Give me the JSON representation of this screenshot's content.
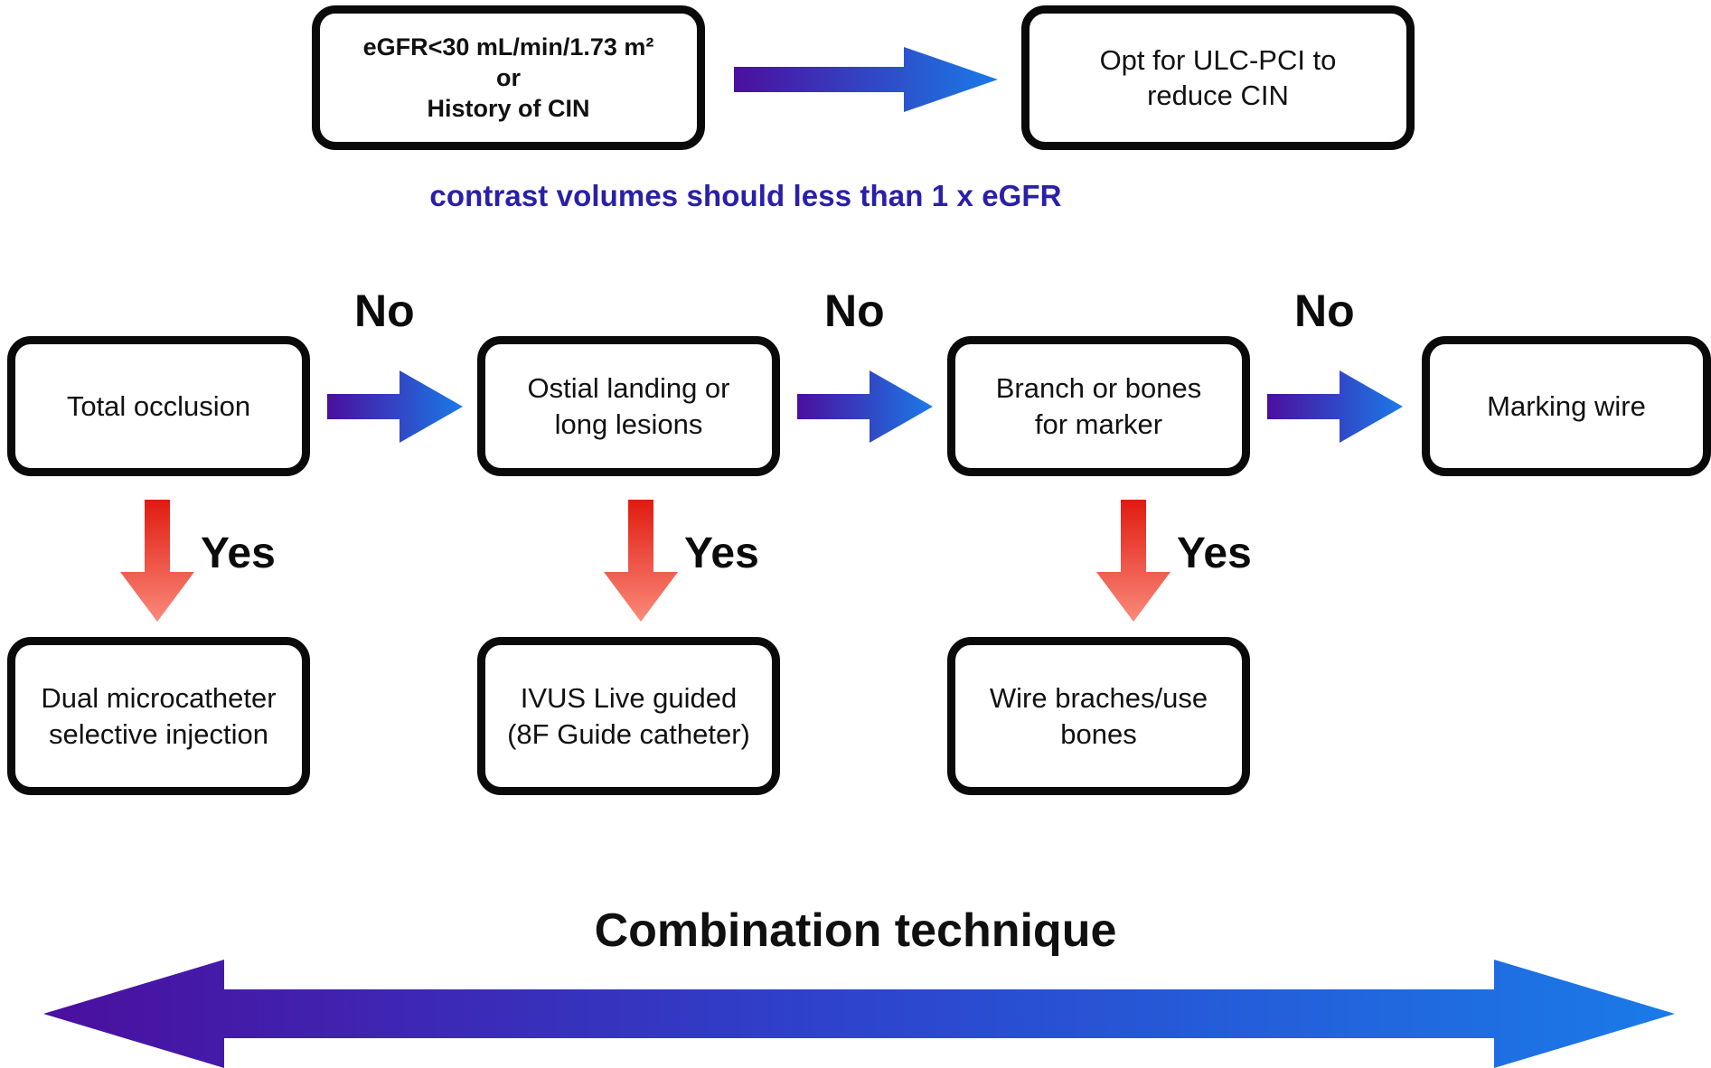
{
  "diagram": {
    "title": "ULC-PCI contrast reduction decision flowchart",
    "colors": {
      "box_border": "#0a0a0a",
      "box_fill": "#ffffff",
      "text": "#111111",
      "caption_purple": "#2a20a8",
      "arrow_gradient_start": "#4b0f9e",
      "arrow_gradient_end": "#1a7ae8",
      "red_arrow_start": "#e01b10",
      "red_arrow_end": "#f98070"
    },
    "top_row": {
      "condition_box": {
        "lines": [
          "eGFR<30 mL/min/1.73 m²",
          "or",
          "History of CIN"
        ]
      },
      "arrow_label": "",
      "action_box": {
        "lines": [
          "Opt for ULC-PCI to",
          "reduce CIN"
        ]
      }
    },
    "caption": "contrast volumes should less than 1 x eGFR",
    "decision_row": {
      "no_label": "No",
      "nodes": [
        {
          "lines": [
            "Total occlusion"
          ]
        },
        {
          "lines": [
            "Ostial landing or",
            "long lesions"
          ]
        },
        {
          "lines": [
            "Branch or bones",
            "for marker"
          ]
        },
        {
          "lines": [
            "Marking wire"
          ]
        }
      ]
    },
    "yes_branches": {
      "yes_label": "Yes",
      "nodes": [
        {
          "lines": [
            "Dual microcatheter",
            "selective injection"
          ]
        },
        {
          "lines": [
            "IVUS Live guided",
            "(8F Guide catheter)"
          ]
        },
        {
          "lines": [
            "Wire braches/use",
            "bones"
          ]
        }
      ]
    },
    "banner": {
      "title": "Combination technique"
    }
  }
}
